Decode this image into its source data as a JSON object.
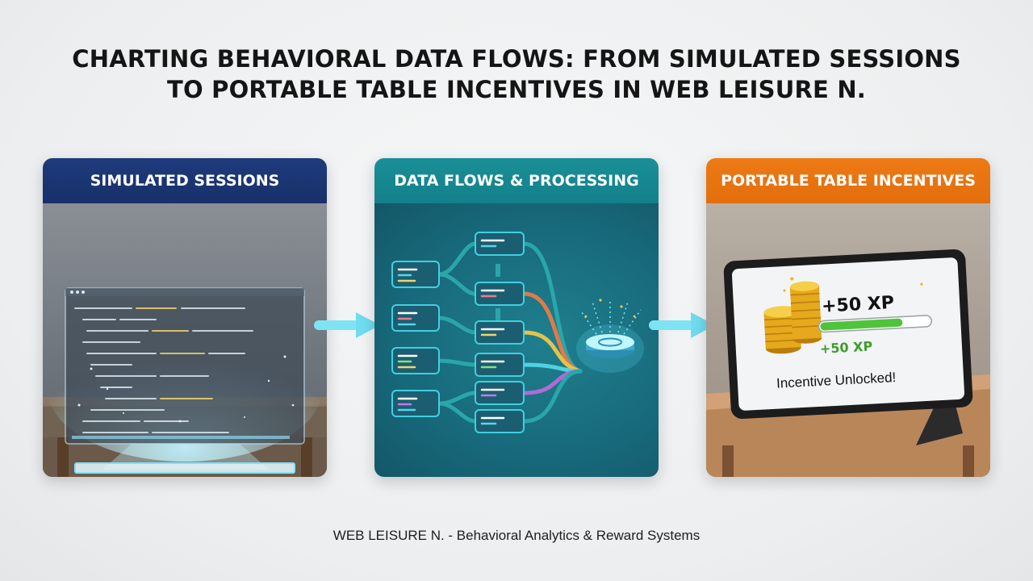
{
  "title": {
    "line1": "CHARTING BEHAVIORAL DATA FLOWS: FROM SIMULATED SESSIONS",
    "line2": "TO PORTABLE TABLE INCENTIVES IN WEB LEISURE N."
  },
  "panels": [
    {
      "header": "SIMULATED SESSIONS",
      "color": "#1f3b7c"
    },
    {
      "header": "DATA FLOWS & PROCESSING",
      "color": "#1a8f98"
    },
    {
      "header": "PORTABLE TABLE INCENTIVES",
      "color": "#ee7a16"
    }
  ],
  "tablet": {
    "xp_large": "+50 XP",
    "xp_small": "+50 XP",
    "message": "Incentive Unlocked!",
    "progress": 0.75
  },
  "footer": "WEB LEISURE N. - Behavioral Analytics & Reward Systems",
  "icons": [
    "code-screen-icon",
    "flow-node-icon",
    "data-hub-icon",
    "coin-stack-icon",
    "arrow-right-icon"
  ]
}
